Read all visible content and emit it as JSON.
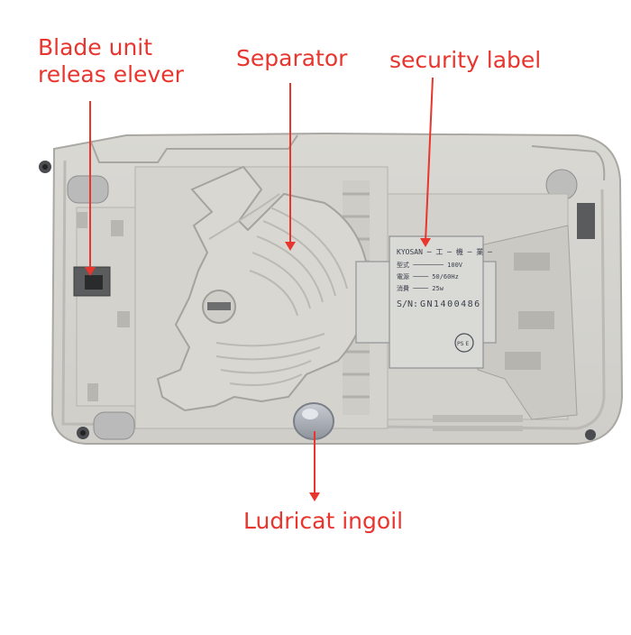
{
  "callouts": {
    "blade_release_lever": {
      "line1": "Blade unit",
      "line2": "releas elever"
    },
    "separator": "Separator",
    "security_label": "security label",
    "lubricating_oil": "Ludricat ingoil"
  },
  "device_label": {
    "serial_prefix": "S/N:",
    "serial_number": "GN1400486",
    "ps_mark": "PS E"
  },
  "colors": {
    "annotation": "#e8352d",
    "housing": "#d6d5d0",
    "housing_shadow": "#bdbcb6"
  }
}
